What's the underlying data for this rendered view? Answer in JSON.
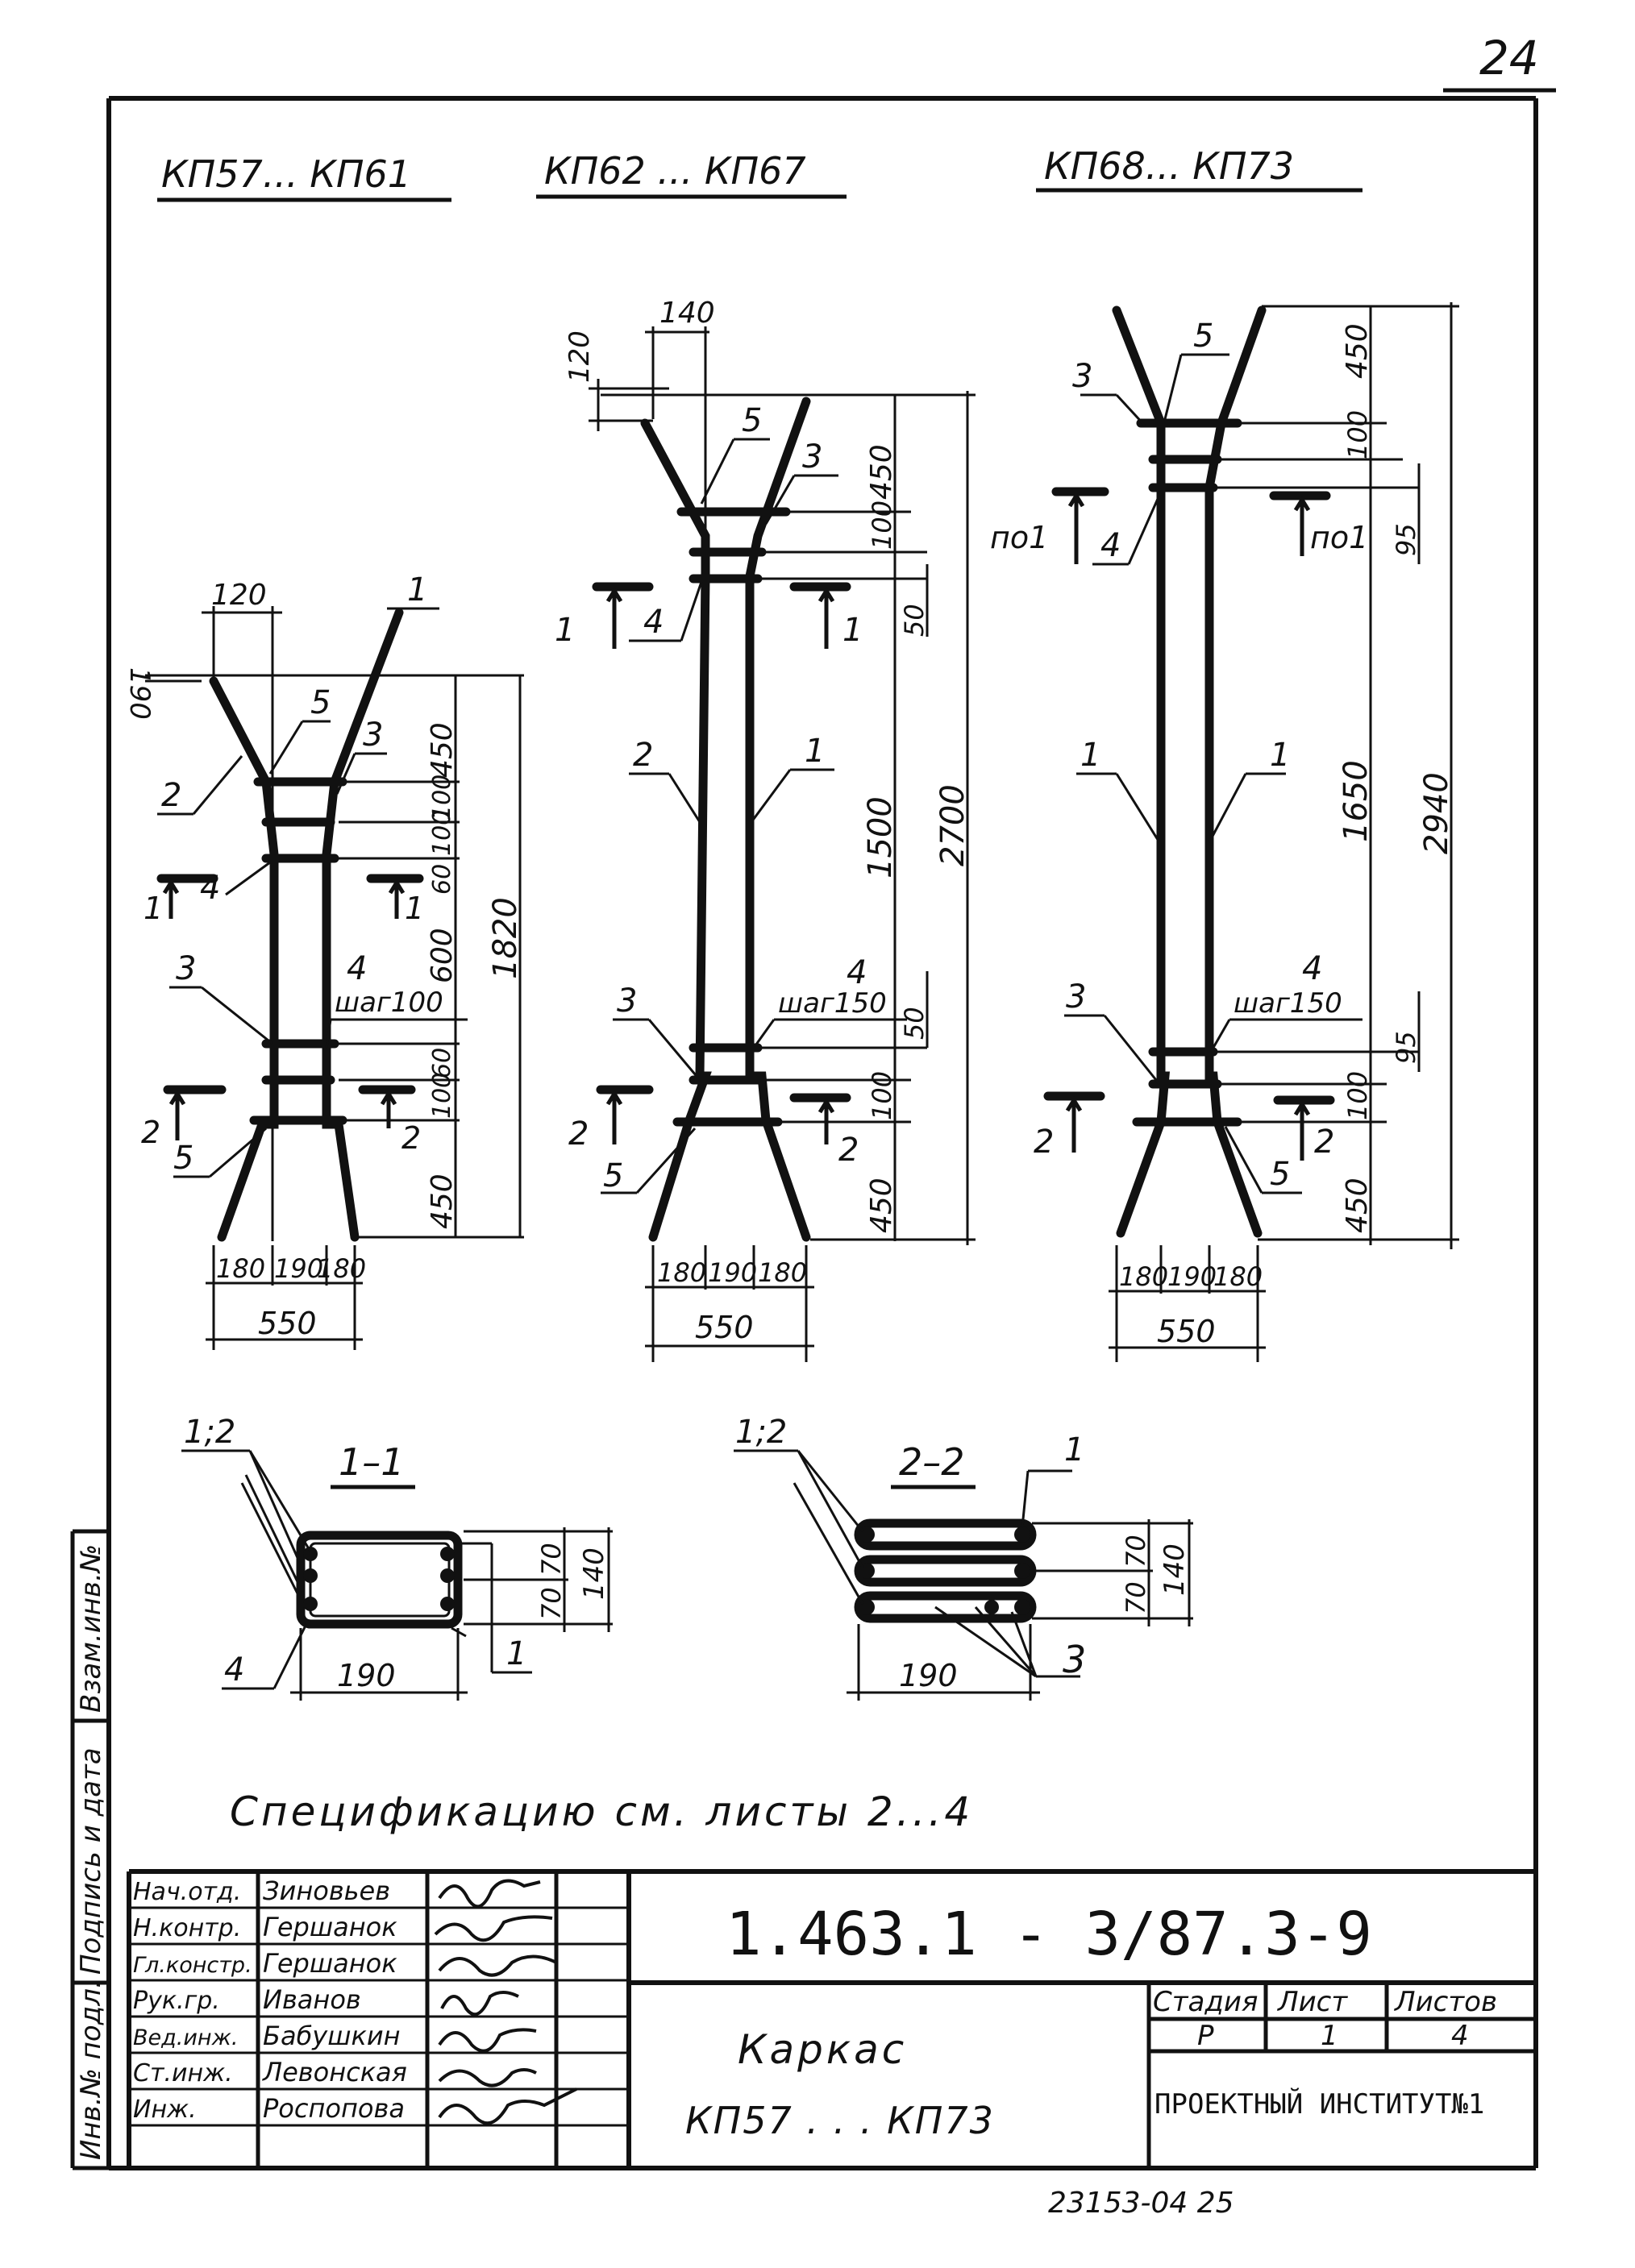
{
  "page_number": "24",
  "group_titles": [
    "КП57... КП61",
    "КП62 ... КП67",
    "КП68... КП73"
  ],
  "frame_a": {
    "dims_top": [
      "120",
      "190"
    ],
    "dims_right": [
      "450",
      "100",
      "100",
      "60",
      "600",
      "60",
      "100",
      "450"
    ],
    "overall": "1820",
    "bottom_parts": [
      "180",
      "190",
      "180"
    ],
    "bottom_total": "550",
    "callouts": [
      "1",
      "5",
      "3",
      "2",
      "4",
      "3",
      "4",
      "шаг100",
      "5"
    ],
    "sections": [
      "1",
      "1",
      "2",
      "2"
    ]
  },
  "frame_b": {
    "dims_top": [
      "140",
      "120"
    ],
    "dims_right": [
      "450",
      "100",
      "50",
      "1500",
      "50",
      "100",
      "450"
    ],
    "overall": "2700",
    "bottom_parts": [
      "180",
      "190",
      "180"
    ],
    "bottom_total": "550",
    "callouts": [
      "5",
      "3",
      "4",
      "2",
      "1",
      "4",
      "шаг150",
      "3",
      "5"
    ],
    "sections": [
      "1",
      "1",
      "2",
      "2"
    ]
  },
  "frame_c": {
    "dims_right": [
      "450",
      "100",
      "95",
      "1650",
      "95",
      "100",
      "450"
    ],
    "overall": "2940",
    "bottom_parts": [
      "180",
      "190",
      "180"
    ],
    "bottom_total": "550",
    "callouts": [
      "5",
      "3",
      "4",
      "1",
      "1",
      "4",
      "шаг150",
      "3",
      "5"
    ],
    "sections": [
      "по1",
      "по1",
      "2",
      "2"
    ]
  },
  "section_1": {
    "title": "1–1",
    "callouts": [
      "1;2",
      "4",
      "1"
    ],
    "dims": [
      "70",
      "70",
      "140",
      "190"
    ]
  },
  "section_2": {
    "title": "2–2",
    "callouts": [
      "1;2",
      "1",
      "3"
    ],
    "dims": [
      "70",
      "70",
      "140",
      "190"
    ]
  },
  "note": "Спецификацию см. листы 2...4",
  "side_labels": [
    "Взам.инв.№",
    "Подпись и дата",
    "Инв.№ подл."
  ],
  "title_block": {
    "doc_number": "1.463.1 - 3/87.3-9",
    "name_line1": "Каркас",
    "name_line2": "КП57 . . . КП73",
    "roles": [
      "Нач.отд.",
      "Н.контр.",
      "Гл.констр.",
      "Рук.гр.",
      "Вед.инж.",
      "Ст.инж.",
      "Инж."
    ],
    "names": [
      "Зиновьев",
      "Гершанок",
      "Гершанок",
      "Иванов",
      "Бабушкин",
      "Левонская",
      "Роспопова"
    ],
    "stage_header": "Стадия",
    "sheet_header": "Лист",
    "sheets_header": "Листов",
    "stage": "Р",
    "sheet": "1",
    "sheets": "4",
    "organization": "ПРОЕКТНЫЙ ИНСТИТУТ№1"
  },
  "bottom_code": "23153-04   25"
}
